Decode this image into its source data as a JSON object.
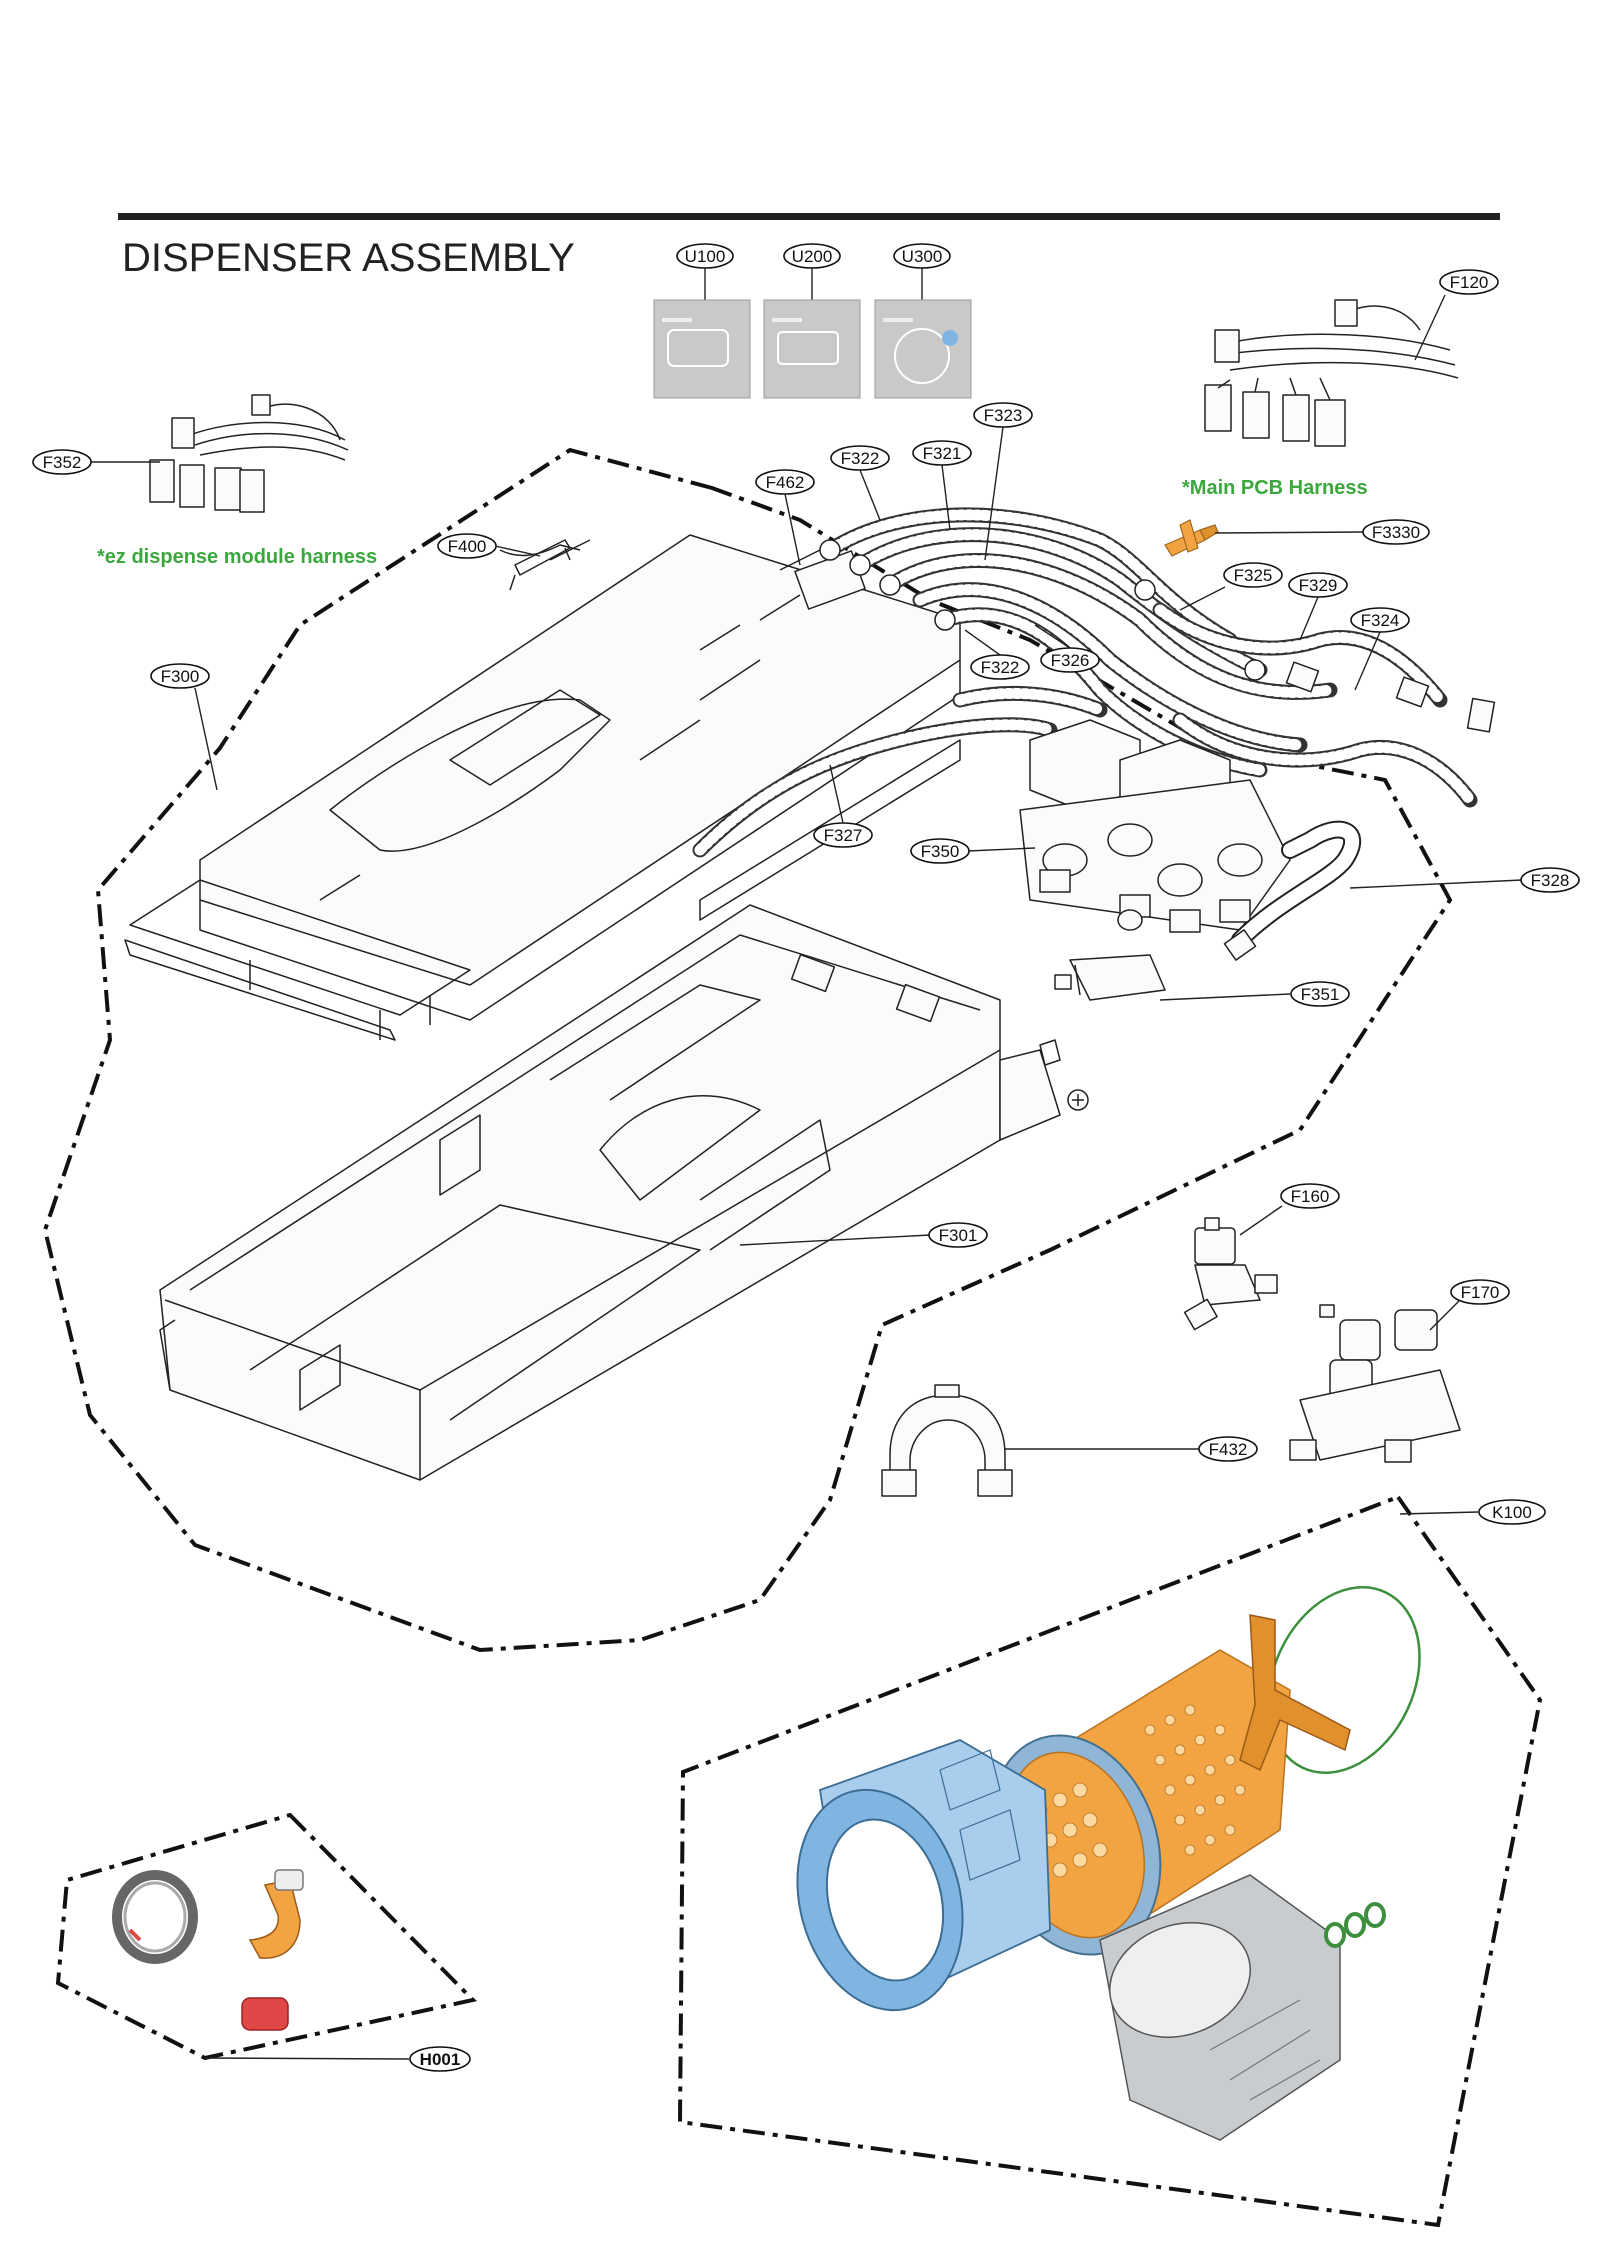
{
  "page": {
    "title": "DISPENSER ASSEMBLY"
  },
  "pcb_cards": [
    {
      "code": "U100",
      "image": "pcb-module-photo"
    },
    {
      "code": "U200",
      "image": "pcb-module-photo"
    },
    {
      "code": "U300",
      "image": "pcb-module-photo"
    }
  ],
  "notes": {
    "main_pcb_harness": "*Main PCB Harness",
    "ez_dispense_harness": "*ez dispense module harness"
  },
  "callouts": {
    "F120": "F120",
    "F352": "F352",
    "F323": "F323",
    "F322_top": "F322",
    "F321": "F321",
    "F462": "F462",
    "F3330": "F3330",
    "F400": "F400",
    "F325": "F325",
    "F329": "F329",
    "F324": "F324",
    "F322_mid": "F322",
    "F326": "F326",
    "F300": "F300",
    "F327": "F327",
    "F350": "F350",
    "F328": "F328",
    "F351": "F351",
    "F301": "F301",
    "F160": "F160",
    "F170": "F170",
    "F432": "F432",
    "K100": "K100",
    "H001": "H001"
  },
  "colors": {
    "frame_line": "#222222",
    "note_green": "#3aa83c",
    "drum_orange": "#f2a443",
    "tub_blue": "#7fb5e0",
    "ring_green": "#3c8f3c",
    "red_part": "#e04848"
  }
}
